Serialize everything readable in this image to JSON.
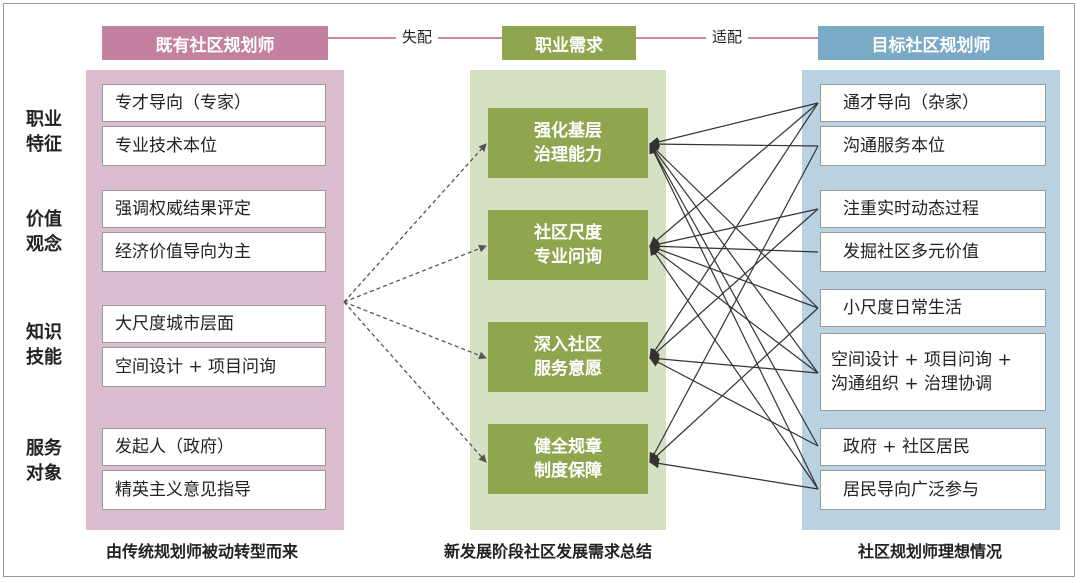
{
  "header": {
    "left": "既有社区规划师",
    "middle": "职业需求",
    "right": "目标社区规划师",
    "left_link": "失配",
    "right_link": "适配"
  },
  "categories": [
    {
      "line1": "职业",
      "line2": "特征"
    },
    {
      "line1": "价值",
      "line2": "观念"
    },
    {
      "line1": "知识",
      "line2": "技能"
    },
    {
      "line1": "服务",
      "line2": "对象"
    }
  ],
  "left_items": [
    "专才导向（专家）",
    "专业技术本位",
    "强调权威结果评定",
    "经济价值导向为主",
    "大尺度城市层面",
    "空间设计 + 项目问询",
    "发起人（政府）",
    "精英主义意见指导"
  ],
  "middle_items": [
    {
      "line1": "强化基层",
      "line2": "治理能力"
    },
    {
      "line1": "社区尺度",
      "line2": "专业问询"
    },
    {
      "line1": "深入社区",
      "line2": "服务意愿"
    },
    {
      "line1": "健全规章",
      "line2": "制度保障"
    }
  ],
  "right_items": [
    {
      "line1": "通才导向（杂家）",
      "line2": ""
    },
    {
      "line1": "沟通服务本位",
      "line2": ""
    },
    {
      "line1": "注重实时动态过程",
      "line2": ""
    },
    {
      "line1": "发掘社区多元价值",
      "line2": ""
    },
    {
      "line1": "小尺度日常生活",
      "line2": ""
    },
    {
      "line1": "空间设计 + 项目问询 +",
      "line2": "沟通组织 + 治理协调"
    },
    {
      "line1": "政府 + 社区居民",
      "line2": ""
    },
    {
      "line1": "居民导向广泛参与",
      "line2": ""
    }
  ],
  "footer": {
    "left": "由传统规划师被动转型而来",
    "middle": "新发展阶段社区发展需求总结",
    "right": "社区规划师理想情况"
  },
  "colors": {
    "left_column": "#dcbdd0",
    "left_header": "#c4809f",
    "middle_column": "#d6e0c2",
    "middle_box": "#8fa64f",
    "right_column": "#b9d2e2",
    "right_header": "#7aaac6"
  }
}
